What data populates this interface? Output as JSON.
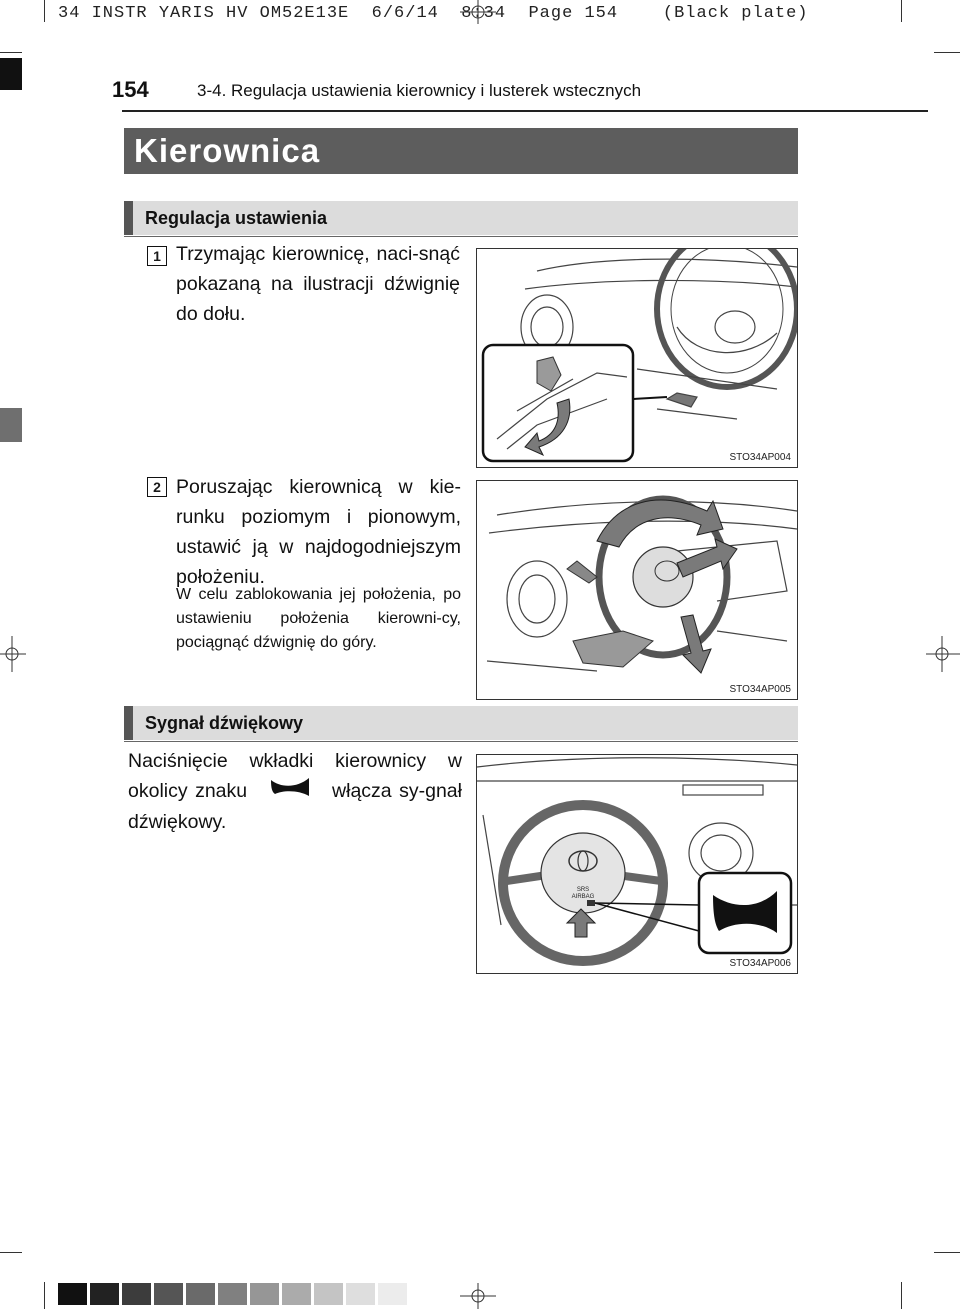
{
  "print_slug": "34 INSTR YARIS HV OM52E13E  6/6/14  8:34  Page 154    (Black plate)",
  "header": {
    "page_number": "154",
    "chapter": "3-4. Regulacja ustawienia kierownicy i lusterek wstecznych"
  },
  "title": "Kierownica",
  "sections": [
    {
      "heading": "Regulacja ustawienia",
      "steps": [
        {
          "number": "1",
          "text": "Trzymając kierownicę, naci-snąć pokazaną na ilustracji dźwignię do dołu.",
          "figure_code": "STO34AP004"
        },
        {
          "number": "2",
          "text": "Poruszając kierownicą w kie-runku poziomym i pionowym, ustawić ją w najdogodniejszym położeniu.",
          "note": "W celu zablokowania jej położenia, po ustawieniu położenia kierowni-cy, pociągnąć dźwignię do góry.",
          "figure_code": "STO34AP005"
        }
      ]
    },
    {
      "heading": "Sygnał dźwiękowy",
      "text_before_icon": "Naciśnięcie wkładki kierownicy w okolicy znaku",
      "text_after_icon": "włącza sy-gnał dźwiękowy.",
      "icon": "horn-icon",
      "figure_code": "STO34AP006",
      "figure_labels": {
        "srs": "SRS",
        "airbag": "AIRBAG"
      }
    }
  ],
  "color_bar": [
    "#111111",
    "#222222",
    "#3c3c3c",
    "#555555",
    "#6a6a6a",
    "#808080",
    "#969696",
    "#ababab",
    "#c4c4c4",
    "#dedede",
    "#ececec"
  ],
  "accent_colors": {
    "title_bar": "#5d5d5d",
    "section_bar": "#dcdcdc",
    "arrow_fill": "#7a7a7a"
  }
}
